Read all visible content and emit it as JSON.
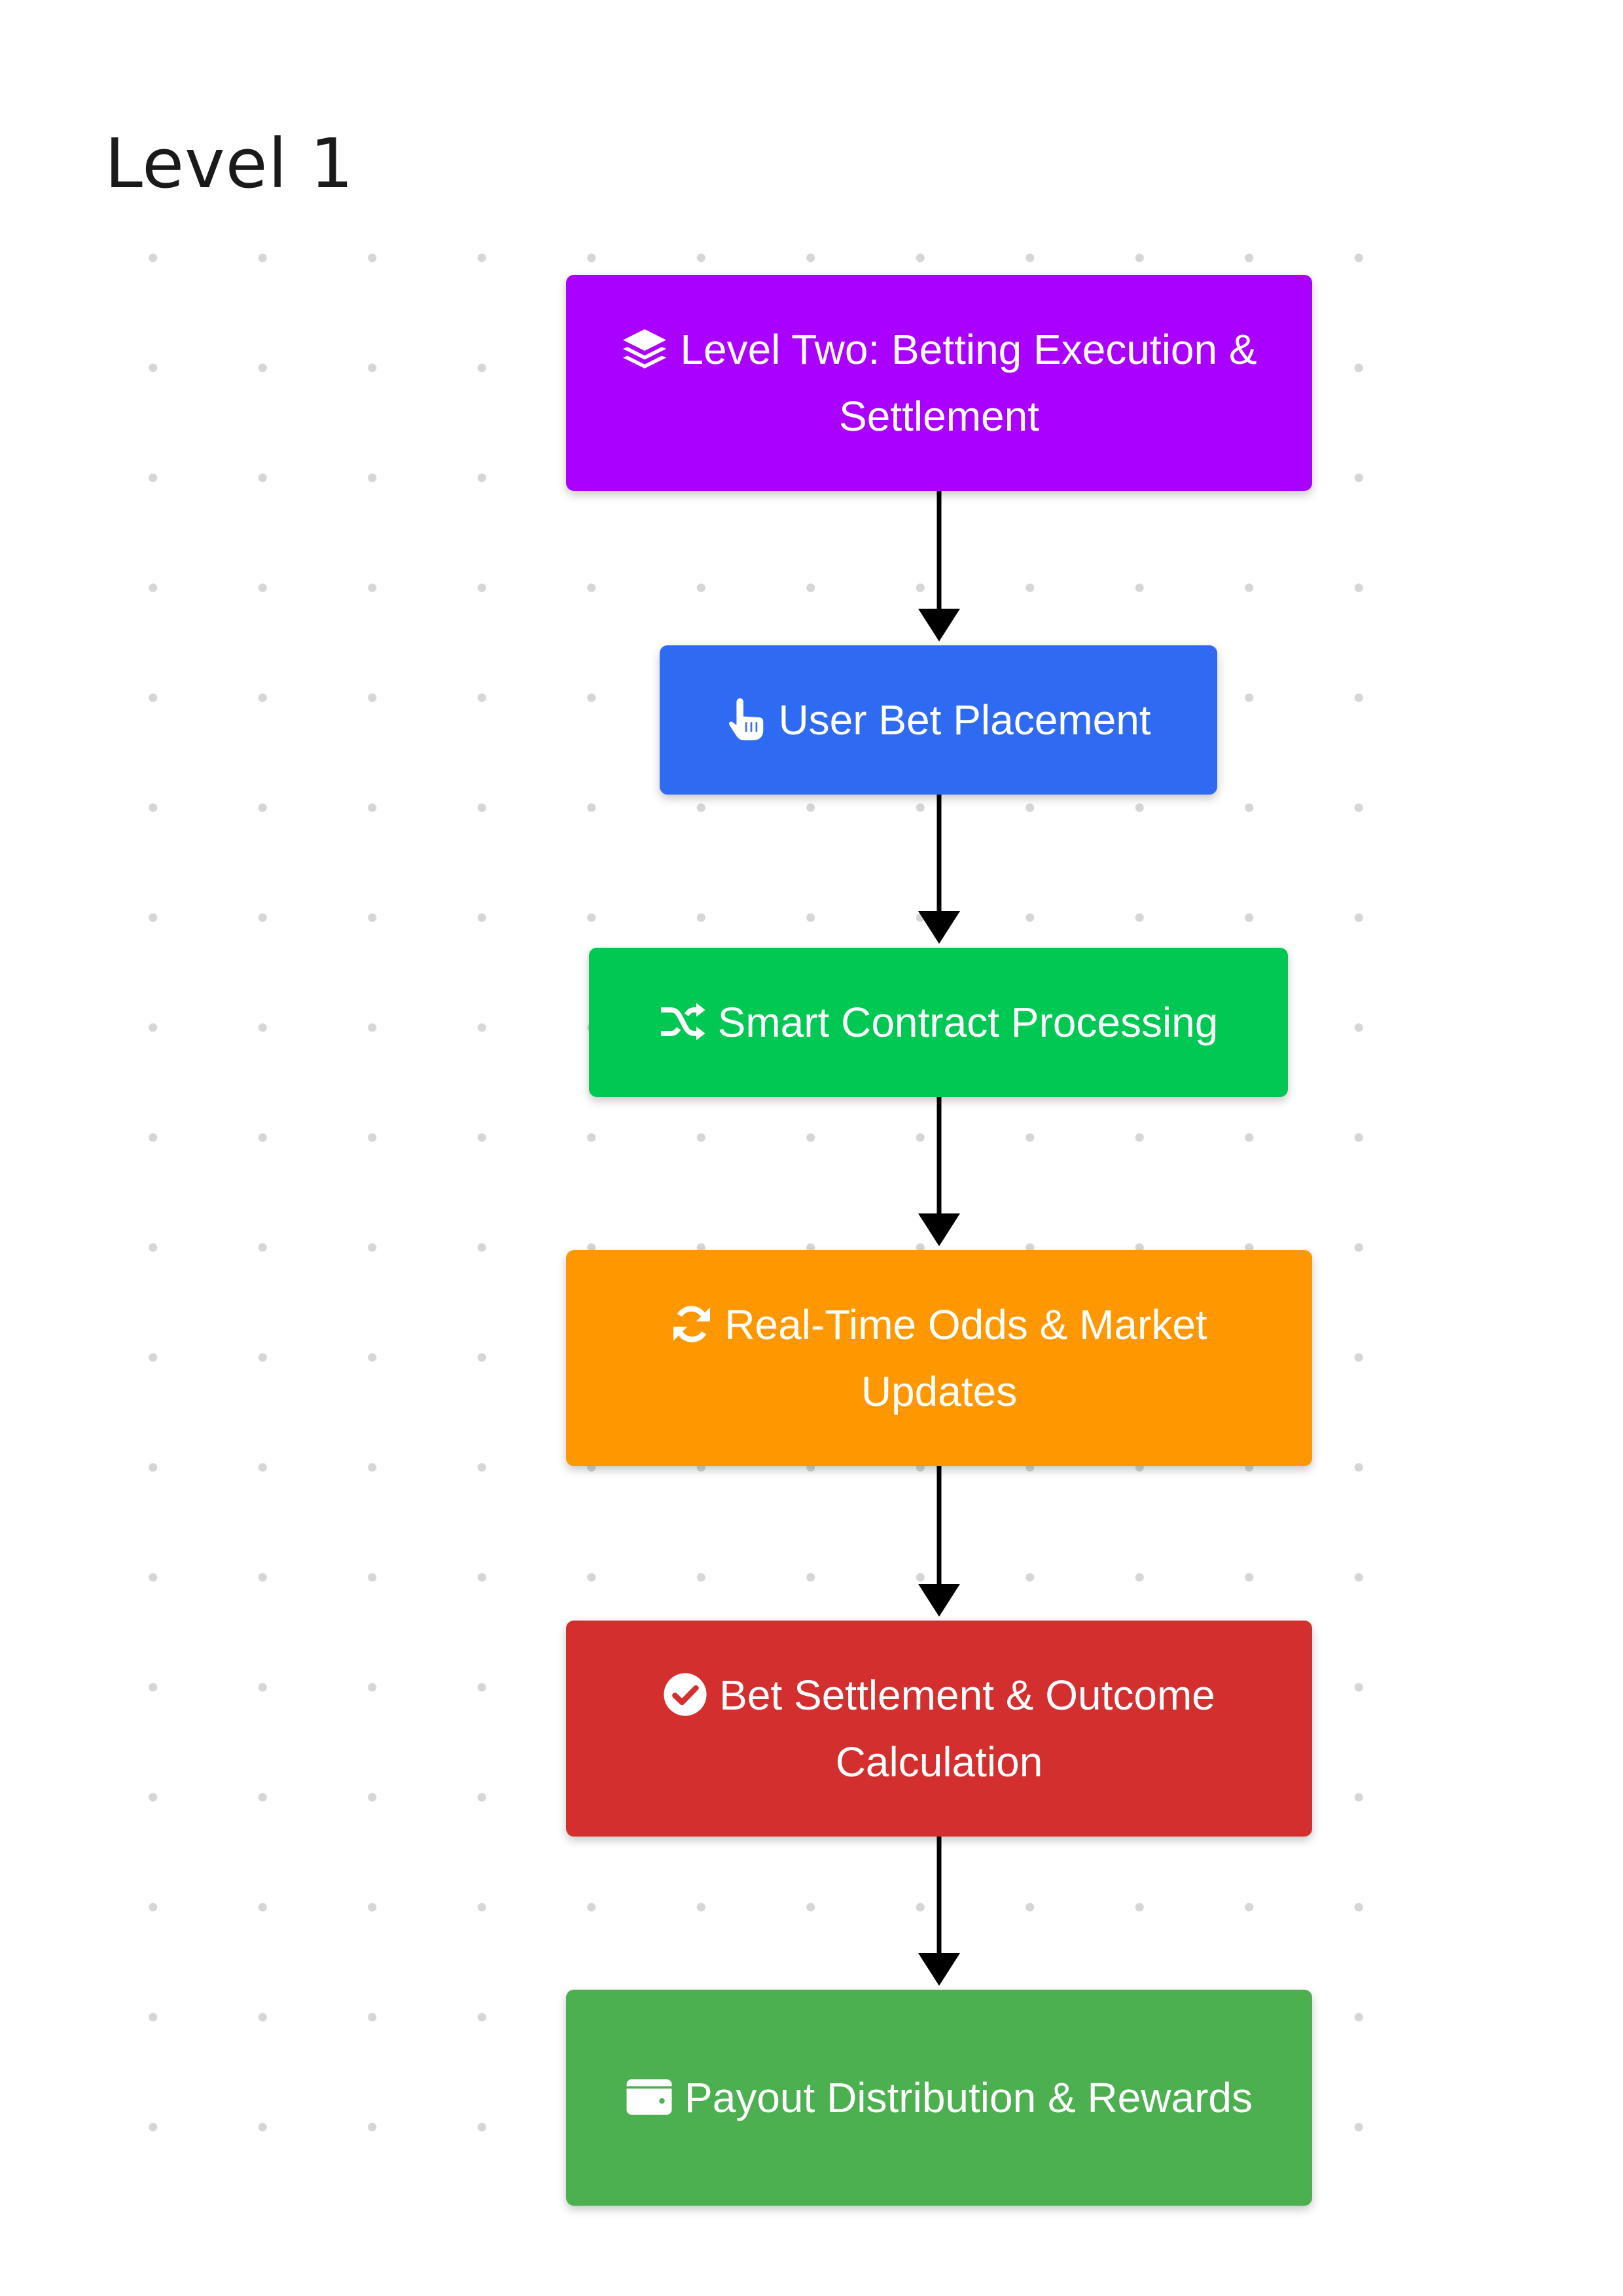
{
  "page": {
    "title": "Level 1"
  },
  "flowchart": {
    "nodes": [
      {
        "id": "level-two",
        "label": "Level Two: Betting Execution & Settlement",
        "icon": "layers-icon",
        "color": "#aa00ff"
      },
      {
        "id": "user-bet",
        "label": "User Bet Placement",
        "icon": "hand-pointer-icon",
        "color": "#2f6bf2"
      },
      {
        "id": "smart-contract",
        "label": "Smart Contract Processing",
        "icon": "shuffle-icon",
        "color": "#00c853"
      },
      {
        "id": "odds-updates",
        "label": "Real-Time Odds & Market Updates",
        "icon": "refresh-icon",
        "color": "#ff9800"
      },
      {
        "id": "settlement",
        "label": "Bet Settlement & Outcome Calculation",
        "icon": "check-circle-icon",
        "color": "#d32f2f"
      },
      {
        "id": "payout",
        "label": "Payout Distribution & Rewards",
        "icon": "wallet-icon",
        "color": "#4caf50"
      }
    ],
    "edges": [
      {
        "from": "level-two",
        "to": "user-bet"
      },
      {
        "from": "user-bet",
        "to": "smart-contract"
      },
      {
        "from": "smart-contract",
        "to": "odds-updates"
      },
      {
        "from": "odds-updates",
        "to": "settlement"
      },
      {
        "from": "settlement",
        "to": "payout"
      }
    ]
  }
}
